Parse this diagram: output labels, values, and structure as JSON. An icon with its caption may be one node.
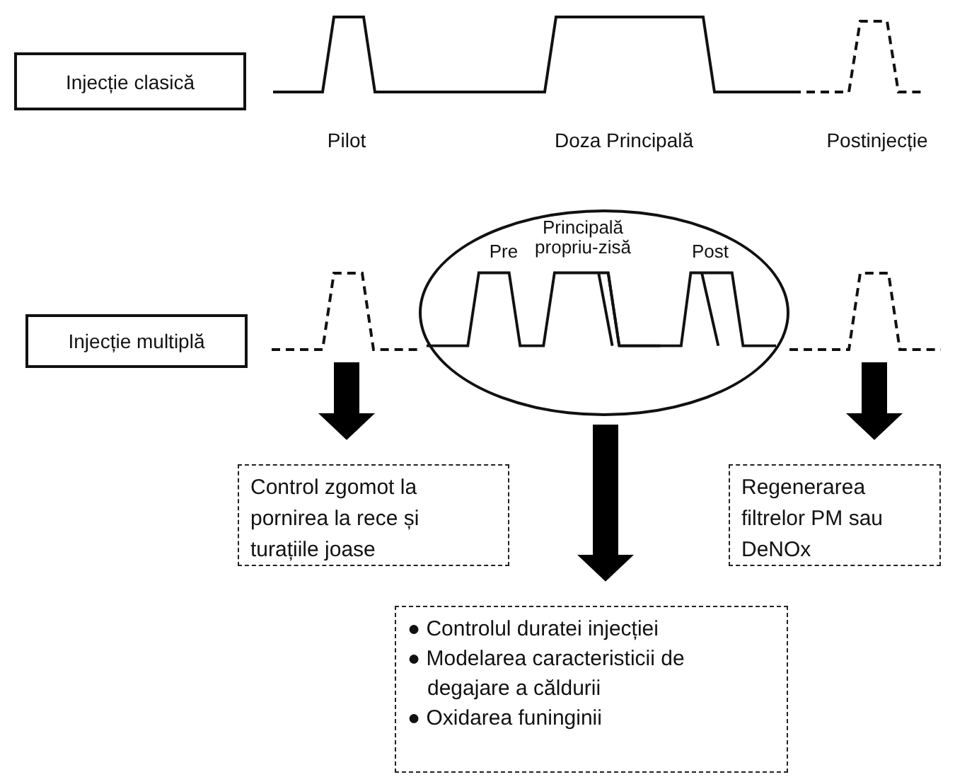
{
  "diagram": {
    "nodes": [
      {
        "text": [
          "Injecție clasică"
        ]
      },
      {
        "text": [
          "Injecție multiplă"
        ]
      },
      {
        "text": [],
        "shape": "picture"
      },
      {
        "text": [
          "Pre",
          "Principală propriu-zisă",
          "Post"
        ]
      },
      {
        "text": [],
        "shape": "picture"
      },
      {
        "text": [
          "Control zgomot la pornirea la rece și turațiile joase"
        ]
      },
      {
        "text": [
          "Regenerarea filtrelor PM sau DeNOx"
        ]
      },
      {
        "text": [
          "● Controlul duratei injecției",
          "● Modelarea caracteristicii de degajare a căldurii",
          "● Oxidarea funinginii"
        ]
      }
    ],
    "edges": [
      {
        "from": 2,
        "to": 5,
        "arrow": "to"
      },
      {
        "from": 3,
        "to": 7,
        "arrow": "to"
      },
      {
        "from": 4,
        "to": 6,
        "arrow": "to"
      }
    ],
    "labels": [
      "Pilot",
      "Doza Principală",
      "Postinjecție"
    ]
  }
}
